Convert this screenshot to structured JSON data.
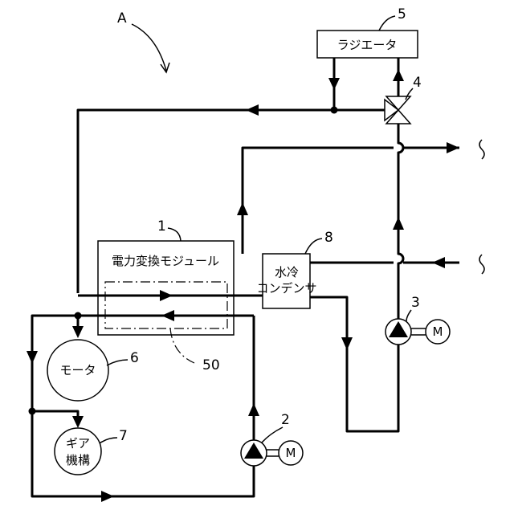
{
  "figure_label": "A",
  "components": {
    "module": {
      "number": "1",
      "label": "電力変換モジュール"
    },
    "inner_region": {
      "number": "50"
    },
    "pump_main": {
      "number": "2",
      "motor": "M"
    },
    "pump_sub": {
      "number": "3",
      "motor": "M"
    },
    "valve": {
      "number": "4"
    },
    "radiator": {
      "number": "5",
      "label": "ラジエータ"
    },
    "motor": {
      "number": "6",
      "label": "モータ"
    },
    "gear": {
      "number": "7",
      "label_line1": "ギア",
      "label_line2": "機構"
    },
    "condenser": {
      "number": "8",
      "label_line1": "水冷",
      "label_line2": "コンデンサ"
    }
  },
  "colors": {
    "line": "#000000",
    "background": "#ffffff"
  }
}
